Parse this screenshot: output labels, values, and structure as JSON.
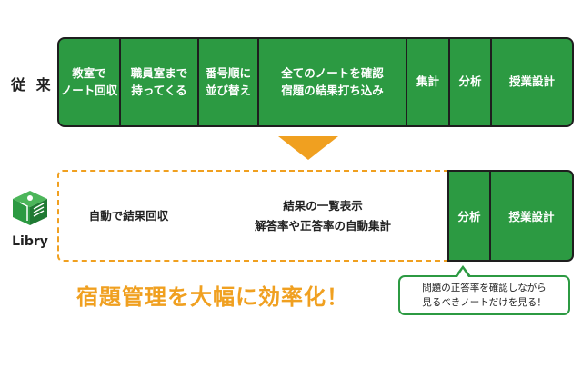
{
  "before": {
    "label": "従 来",
    "steps": [
      {
        "text": "教室で\nノート回収"
      },
      {
        "text": "職員室まで\n持ってくる"
      },
      {
        "text": "番号順に\n並び替え"
      },
      {
        "text": "全てのノートを確認\n宿題の結果打ち込み"
      },
      {
        "text": "集計"
      },
      {
        "text": "分析"
      },
      {
        "text": "授業設計"
      }
    ]
  },
  "after": {
    "logo_text": "Libry",
    "steps": [
      {
        "text": "自動で結果回収"
      },
      {
        "text": "結果の一覧表示\n解答率や正答率の自動集計"
      },
      {
        "text": "分析"
      },
      {
        "text": "授業設計"
      }
    ]
  },
  "headline": "宿題管理を大幅に効率化！",
  "callout": "問題の正答率を確認しながら\n見るべきノートだけを見る！",
  "colors": {
    "green": "#2c9a42",
    "orange": "#f0a020",
    "border": "#1e1e1e"
  }
}
